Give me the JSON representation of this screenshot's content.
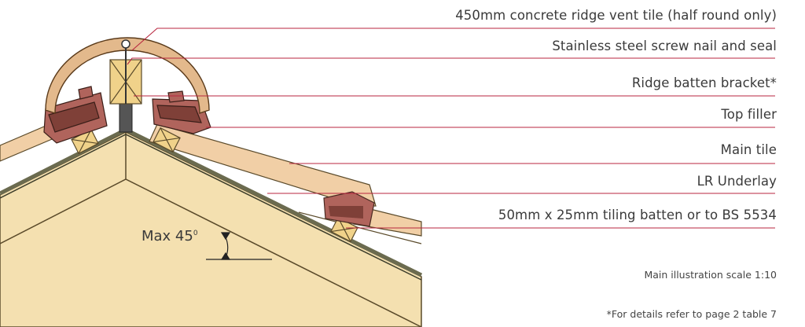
{
  "labels": [
    "450mm concrete ridge vent tile (half round only)",
    "Stainless steel screw nail and seal",
    "Ridge batten bracket*",
    "Top filler",
    "Main tile",
    "LR Underlay",
    "50mm x 25mm tiling batten or to BS 5534"
  ],
  "angle": {
    "text": "Max 45",
    "degree": "0"
  },
  "scale_note": "Main illustration scale 1:10",
  "footnote": "*For details refer to page 2 table 7",
  "colors": {
    "leader": "#b8263f",
    "timber": "#f4e0b0",
    "timber_edge": "#5a4a2a",
    "tile": "#b0645c",
    "tile_dark": "#7f4038",
    "ridge_tile": "#e3b98c",
    "batten": "#f0d28a",
    "underlay": "#6b6b4f",
    "main_tile": "#f1cfa6"
  }
}
